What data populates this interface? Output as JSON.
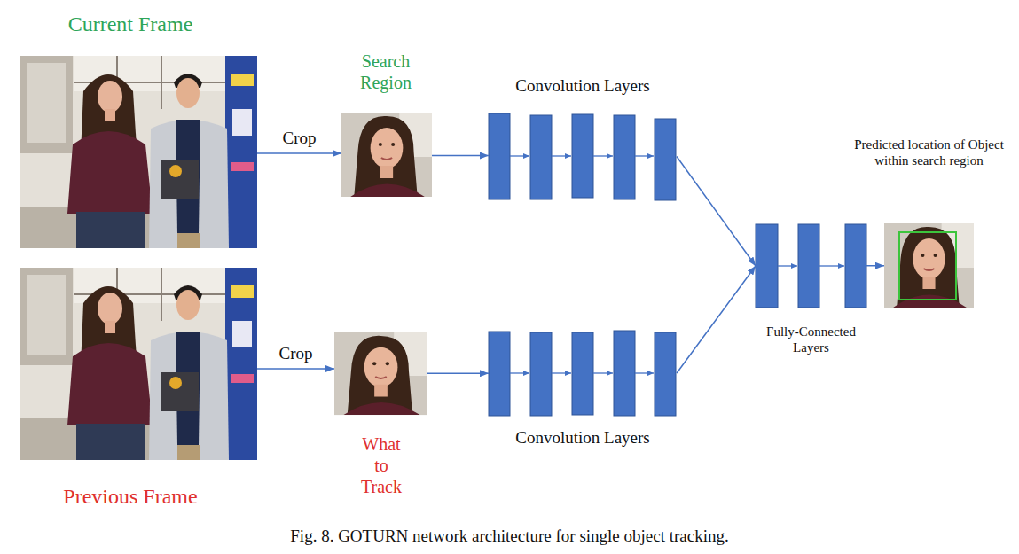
{
  "diagram": {
    "caption": "Fig. 8. GOTURN network architecture for single object tracking.",
    "nodes": [
      {
        "text": [
          "Current Frame"
        ]
      },
      {
        "text": [
          "Search Region"
        ]
      },
      {
        "text": [
          "Convolution Layers"
        ]
      },
      {
        "text": [
          "Predicted location of Object within search region"
        ]
      },
      {
        "text": [
          "Fully-Connected Layers"
        ]
      },
      {
        "text": [
          "Previous Frame"
        ]
      },
      {
        "text": [
          "What to Track"
        ]
      },
      {
        "text": [
          "Convolution Layers"
        ]
      }
    ],
    "edges": [
      {
        "from": 0,
        "to": 1,
        "label": "Crop",
        "arrow": "to"
      },
      {
        "from": 1,
        "to": 2,
        "arrow": "to"
      },
      {
        "from": 2,
        "to": 4,
        "arrow": "to"
      },
      {
        "from": 4,
        "to": 3,
        "arrow": "to"
      },
      {
        "from": 5,
        "to": 6,
        "label": "Crop",
        "arrow": "to"
      },
      {
        "from": 6,
        "to": 7,
        "arrow": "to"
      },
      {
        "from": 7,
        "to": 4,
        "arrow": "to"
      }
    ]
  }
}
